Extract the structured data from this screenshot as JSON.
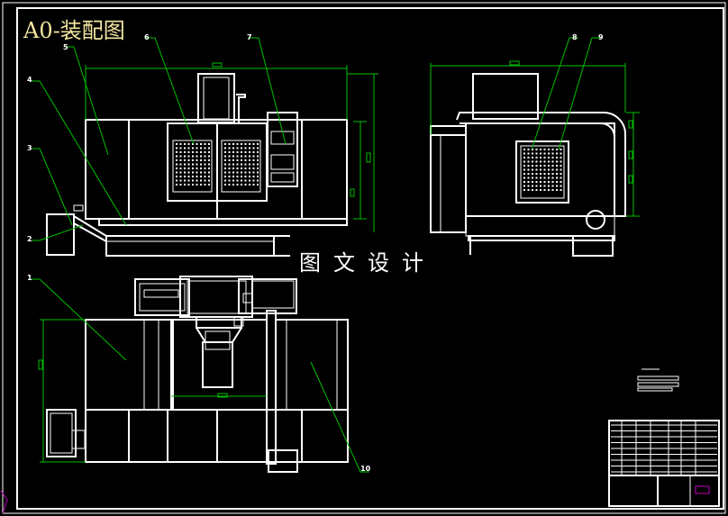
{
  "drawing": {
    "title": "A0-装配图",
    "watermark": "图文设计"
  },
  "balloons": [
    {
      "id": "b1",
      "text": "1"
    },
    {
      "id": "b2",
      "text": "2"
    },
    {
      "id": "b3",
      "text": "3"
    },
    {
      "id": "b4",
      "text": "4"
    },
    {
      "id": "b5",
      "text": "5"
    },
    {
      "id": "b6",
      "text": "6"
    },
    {
      "id": "b7",
      "text": "7"
    },
    {
      "id": "b8",
      "text": "8"
    },
    {
      "id": "b9",
      "text": "9"
    },
    {
      "id": "b10",
      "text": "10"
    }
  ],
  "colors": {
    "background": "#000000",
    "geometry": "#ffffff",
    "dimensions": "#00c000",
    "title": "#f2e6a0",
    "accent": "#c000c0"
  }
}
